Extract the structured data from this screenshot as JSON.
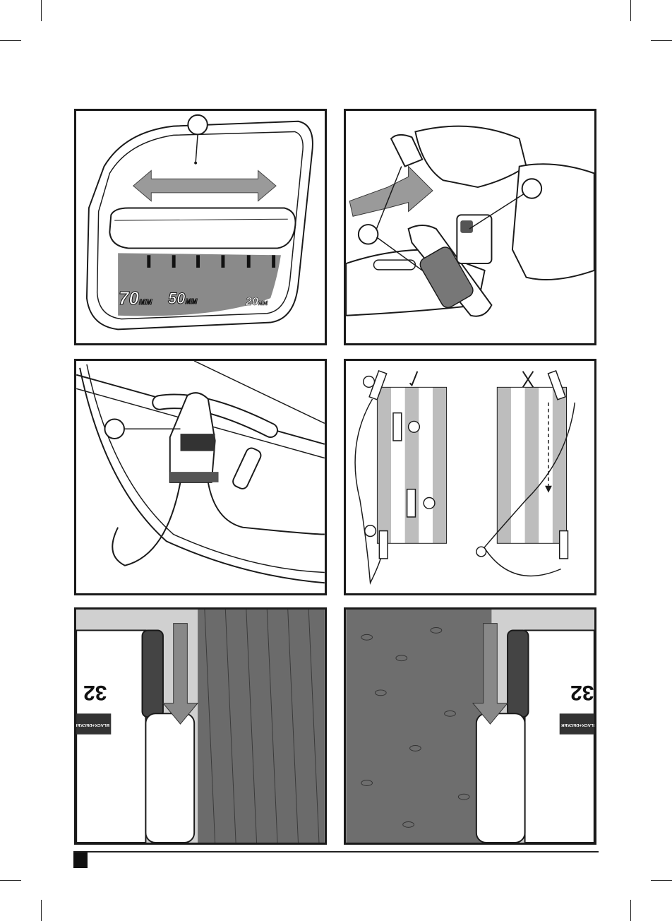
{
  "figures": [
    {
      "id": "fig-a",
      "description_labels": {
        "heights": [
          "70",
          "50",
          "20"
        ],
        "unit": "MM"
      }
    },
    {
      "id": "fig-b"
    },
    {
      "id": "fig-c"
    },
    {
      "id": "fig-d"
    },
    {
      "id": "fig-e",
      "logo_text": "BLACK+DECKER",
      "model_text": "32"
    },
    {
      "id": "fig-f",
      "logo_text": "BLACK+DECKER",
      "model_text": "32"
    }
  ],
  "colors": {
    "line": "#1a1a1a",
    "grey": "#9a9a9a",
    "dark_grey": "#6a6a6a",
    "light_grey": "#c8c8c8",
    "stripe": "#bdbdbd"
  }
}
